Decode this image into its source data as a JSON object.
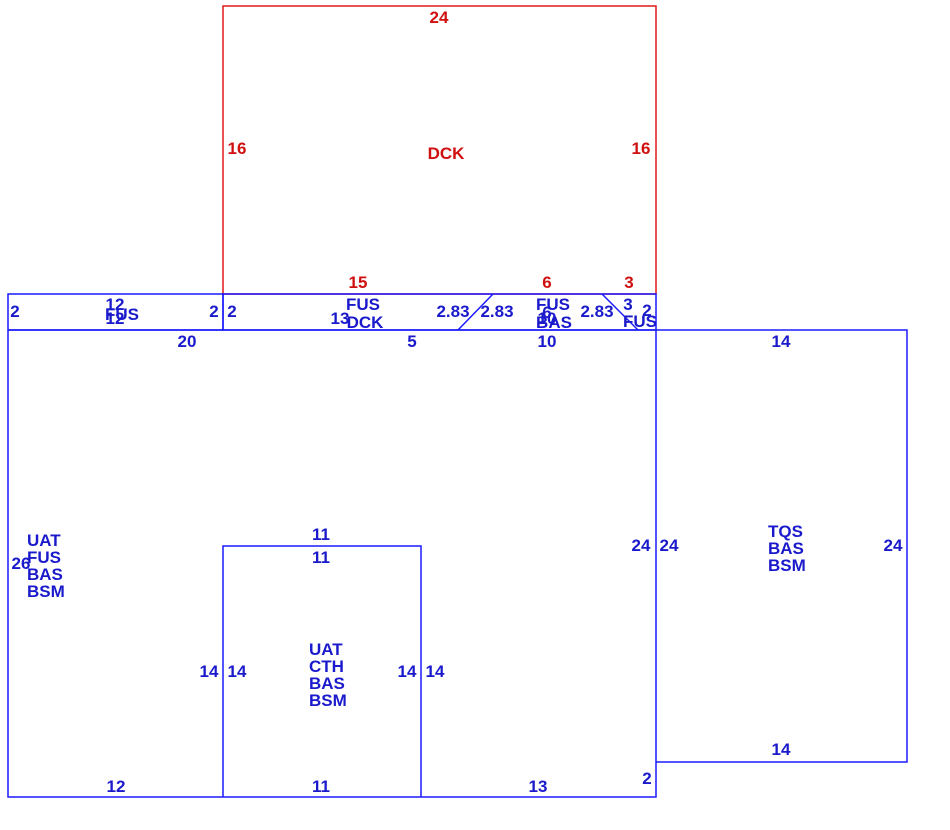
{
  "colors": {
    "main": "#1a1aff",
    "main_text": "#1a1acc",
    "deck": "#e01818",
    "deck_text": "#d01010"
  },
  "deck": {
    "top": "24",
    "left": "16",
    "right": "16",
    "name": "DCK",
    "bottom_a": "15",
    "bottom_b": "6",
    "bottom_c": "3"
  },
  "strip": {
    "l_left": "2",
    "l_right": "2",
    "l_top": "12",
    "l_bottom": "12",
    "l_name": "FUS",
    "m_left": "2",
    "m_13": "13",
    "m_code1": "FUS",
    "m_code2": "DCK",
    "d1": "2.83",
    "d2": "2.83",
    "d3": "2.83",
    "r_code1": "FUS",
    "r_code2": "BAS",
    "r_small": "6",
    "r_small2": "10",
    "r_3": "3",
    "r_2": "2",
    "r_fus": "FUS"
  },
  "main": {
    "top_20": "20",
    "top_5": "5",
    "top_10": "10",
    "left_26": "26",
    "codes": [
      "UAT",
      "FUS",
      "BAS",
      "BSM"
    ],
    "right_24": "24",
    "bottom_12": "12",
    "bottom_11": "11",
    "bottom_13": "13",
    "bottom_2": "2"
  },
  "inner": {
    "top_outer": "11",
    "top_inner": "11",
    "left_out": "14",
    "left_in": "14",
    "right_in": "14",
    "right_out": "14",
    "codes": [
      "UAT",
      "CTH",
      "BAS",
      "BSM"
    ]
  },
  "right_wing": {
    "top": "14",
    "left": "24",
    "right": "24",
    "bottom": "14",
    "codes": [
      "TQS",
      "BAS",
      "BSM"
    ]
  }
}
